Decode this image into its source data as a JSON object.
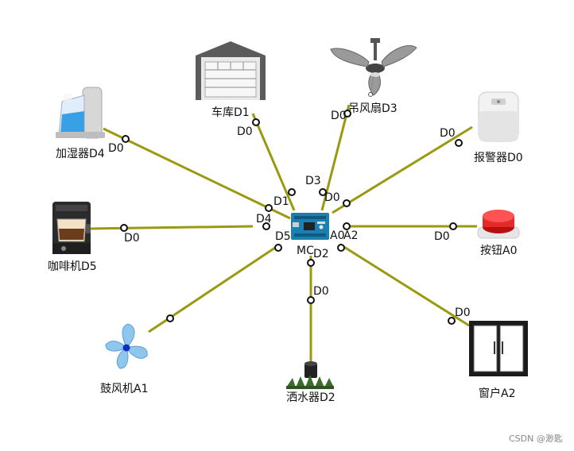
{
  "colors": {
    "wire": "#9a9a10",
    "marker": "#111111",
    "board": "#1d7fb0",
    "board_dark": "#0f5a82"
  },
  "center": {
    "name": "MC",
    "icon": "microcontroller-board-icon",
    "pins": {
      "d1": "D1",
      "d2": "D2",
      "d3": "D3",
      "d4": "D4",
      "d5": "D5",
      "a0": "A0",
      "a2": "A2",
      "d0": "D0"
    }
  },
  "devices": {
    "garage": {
      "label": "车库D1",
      "pin": "D0",
      "icon": "garage-door-icon"
    },
    "fan": {
      "label": "吊风扇D3",
      "pin": "D0",
      "icon": "ceiling-fan-icon"
    },
    "alarm": {
      "label": "报警器D0",
      "pin": "D0",
      "icon": "alarm-siren-icon"
    },
    "humidifier": {
      "label": "加湿器D4",
      "pin": "D0",
      "icon": "humidifier-icon"
    },
    "coffee": {
      "label": "咖啡机D5",
      "pin": "D0",
      "icon": "coffee-machine-icon"
    },
    "button": {
      "label": "按钮A0",
      "pin": "D0",
      "icon": "push-button-icon"
    },
    "blower": {
      "label": "鼓风机A1",
      "icon": "blower-fan-icon"
    },
    "sprinkler": {
      "label": "洒水器D2",
      "pin": "D0",
      "icon": "sprinkler-icon"
    },
    "window": {
      "label": "窗户A2",
      "pin": "D0",
      "icon": "window-icon"
    }
  },
  "watermark": "CSDN @渺匙"
}
